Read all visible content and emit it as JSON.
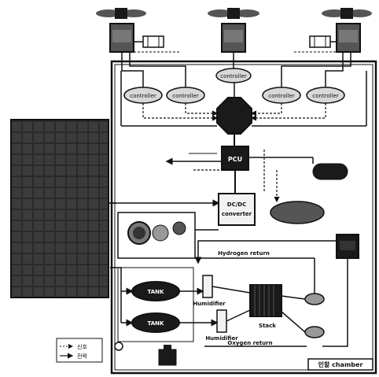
{
  "diagram": {
    "ellipse_controllers": {
      "top": "controller",
      "left_1": "controller",
      "left_2": "controller",
      "right_1": "controller",
      "right_2": "controller"
    },
    "pcu_label": "PCU",
    "dcdc_label_1": "DC/DC",
    "dcdc_label_2": "converter",
    "hydrogen_return_label": "Hydrogen return",
    "oxygen_return_label": "Oxygen return",
    "humidifier_top_label": "Humidifier",
    "humidifier_bottom_label": "Humidifier",
    "stack_label": "Stack",
    "tank_top_label": "TANK",
    "tank_bottom_label": "TANK",
    "chamber_label": "인할 chamber",
    "legend": {
      "signal_label": "신호",
      "power_label": "전력"
    },
    "colors": {
      "panel_dark": "#1a1a1a",
      "line": "#111111",
      "background": "#ffffff"
    },
    "icons": [
      "wind-turbine-icon",
      "solar-panel-icon",
      "octagon-hub-icon",
      "fan-rotor-icon",
      "water-tank-icon"
    ]
  }
}
